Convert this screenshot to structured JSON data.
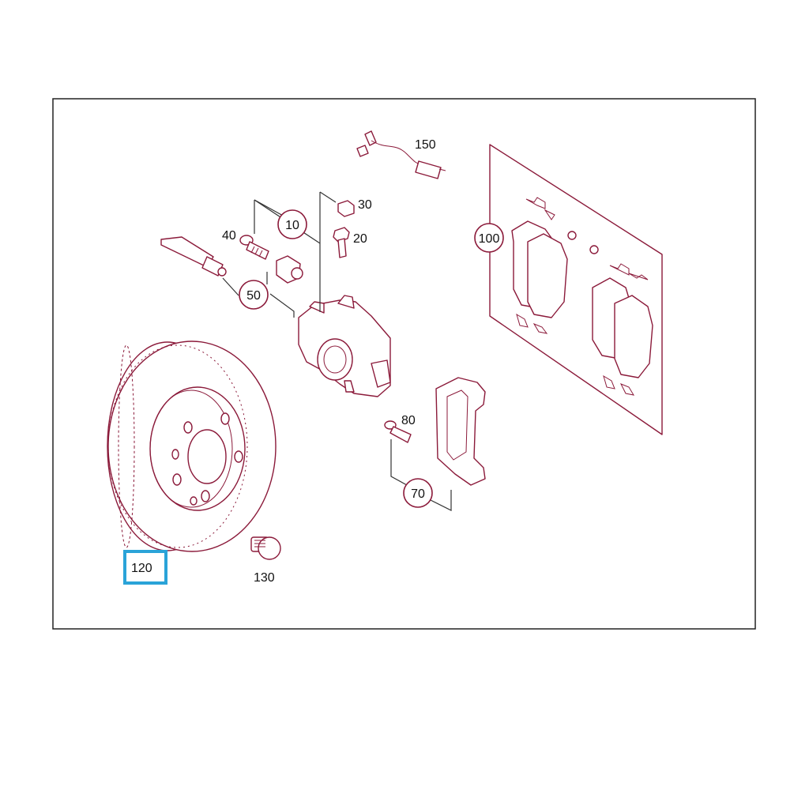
{
  "diagram": {
    "labels": {
      "p10": "10",
      "p20": "20",
      "p30": "30",
      "p40": "40",
      "p50": "50",
      "p70": "70",
      "p80": "80",
      "p100": "100",
      "p120": "120",
      "p130": "130",
      "p150": "150"
    },
    "highlighted_part": "120",
    "colors": {
      "outline": "#8b1a3a",
      "highlight": "#2aa3d8",
      "frame": "#222222"
    }
  }
}
